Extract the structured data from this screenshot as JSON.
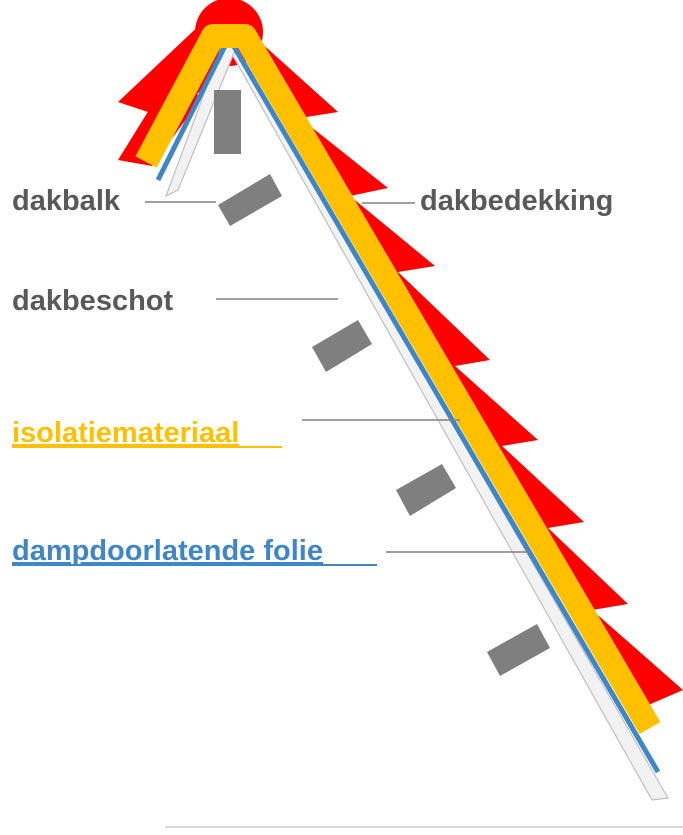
{
  "labels": {
    "dakbalk": "dakbalk",
    "dakbedekking": "dakbedekking",
    "dakbeschot": "dakbeschot",
    "isolatiemateriaal": "isolatiemateriaal",
    "dampdoorlatende_folie": "dampdoorlatende folie"
  },
  "colors": {
    "roof_covering": "#ff0000",
    "insulation": "#ffc000",
    "membrane": "#3f86c7",
    "decking": "#f2f2f2",
    "decking_edge": "#bfbfbf",
    "rafter": "#7f7f7f",
    "label_gray": "#595959",
    "leader": "#808080"
  }
}
